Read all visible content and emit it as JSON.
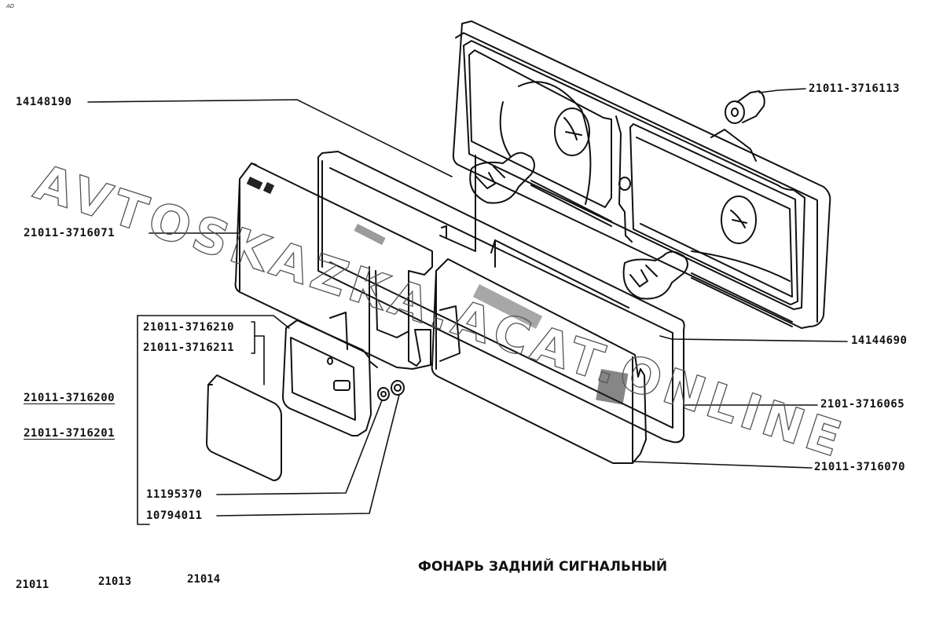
{
  "diagram": {
    "title": "ФОНАРЬ ЗАДНИЙ СИГНАЛЬНЫЙ",
    "corner_mark": "AD",
    "watermark": "AVTOSKAZKA.ACAT.ONLINE",
    "models": [
      "21011",
      "21013",
      "21014"
    ],
    "parts": [
      {
        "id": "p1",
        "number": "14148190",
        "underlined": false
      },
      {
        "id": "p2",
        "number": "21011-3716113",
        "underlined": false
      },
      {
        "id": "p3",
        "number": "21011-3716071",
        "underlined": false
      },
      {
        "id": "p4",
        "number": "21011-3716210",
        "underlined": false
      },
      {
        "id": "p5",
        "number": "21011-3716211",
        "underlined": false
      },
      {
        "id": "p6",
        "number": "21011-3716200",
        "underlined": true
      },
      {
        "id": "p7",
        "number": "21011-3716201",
        "underlined": true
      },
      {
        "id": "p8",
        "number": "11195370",
        "underlined": false
      },
      {
        "id": "p9",
        "number": "10794011",
        "underlined": false
      },
      {
        "id": "p10",
        "number": "14144690",
        "underlined": false
      },
      {
        "id": "p11",
        "number": "2101-3716065",
        "underlined": false
      },
      {
        "id": "p12",
        "number": "21011-3716070",
        "underlined": false
      }
    ],
    "components": [
      "housing-with-reflectors",
      "bulb-upper",
      "bulb-lower",
      "bulb-socket-small",
      "gasket-seal",
      "lens-left",
      "lens-right",
      "license-plate-light-housing",
      "license-plate-light-lens",
      "washer",
      "nut"
    ]
  }
}
